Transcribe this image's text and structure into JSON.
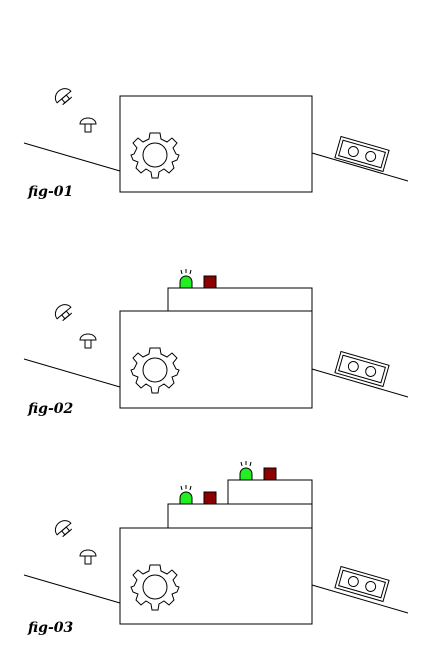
{
  "colors": {
    "stroke": "#000000",
    "background": "#ffffff",
    "led_green": "#22ee22",
    "led_red": "#8b0000"
  },
  "icons": [
    "gear-icon",
    "mushroom-icon",
    "button-icon",
    "led-green-icon",
    "led-red-icon",
    "double-socket-icon"
  ],
  "figures": [
    {
      "label": "fig-01",
      "stacked_modules": 0
    },
    {
      "label": "fig-02",
      "stacked_modules": 1
    },
    {
      "label": "fig-03",
      "stacked_modules": 2
    }
  ]
}
